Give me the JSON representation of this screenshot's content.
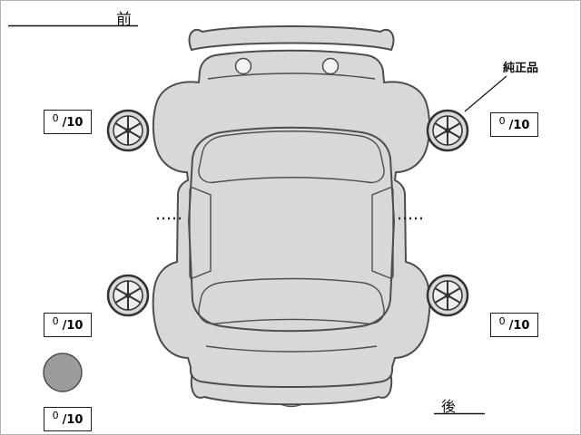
{
  "diagram": {
    "front_label": "前",
    "rear_label": "後",
    "genuine_part_label": "純正品"
  },
  "tread_scores": {
    "front_left": {
      "value": "0",
      "denominator": "/10"
    },
    "front_right": {
      "value": "0",
      "denominator": "/10"
    },
    "rear_left": {
      "value": "0",
      "denominator": "/10"
    },
    "rear_right": {
      "value": "0",
      "denominator": "/10"
    },
    "spare": {
      "value": "0",
      "denominator": "/10"
    }
  },
  "colors": {
    "car_body": "#d7d8da",
    "glass": "#c0e1f6",
    "wheel_tire": "#d9d9d9",
    "spare_tire": "#9c9c9c"
  }
}
